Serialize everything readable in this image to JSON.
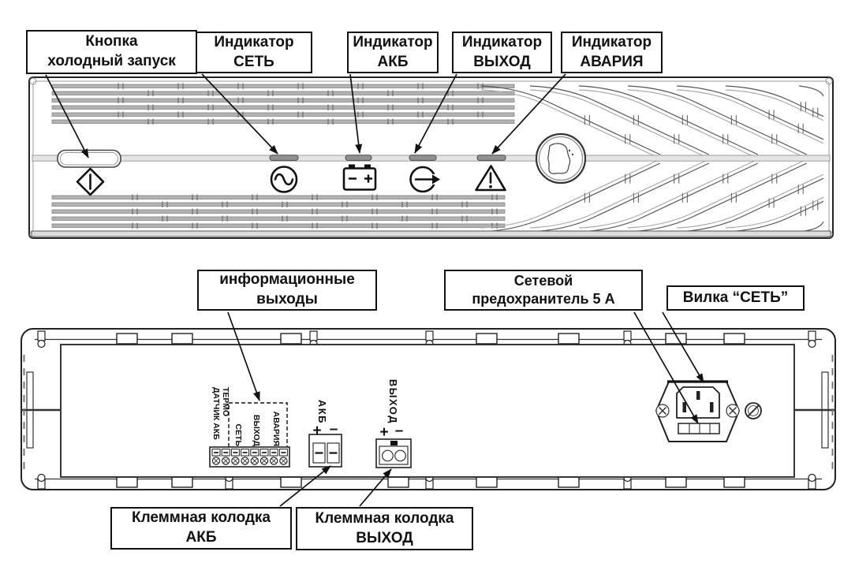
{
  "callouts": {
    "cold_start": "Кнопка\nхолодный запуск",
    "indicator_net": "Индикатор\nСЕТЬ",
    "indicator_akb": "Индикатор\nАКБ",
    "indicator_out": "Индикатор\nВЫХОД",
    "indicator_alarm": "Индикатор\nАВАРИЯ",
    "info_outputs": "информационные\nвыходы",
    "mains_fuse": "Сетевой\nпредохранитель 5 А",
    "mains_plug": "Вилка “СЕТЬ”",
    "terminal_akb": "Клеммная колодка\nАКБ",
    "terminal_out": "Клеммная колодка\nВЫХОД"
  },
  "rear": {
    "thermo": "ТЕРМО",
    "sensor_akb": "ДАТЧИК АКБ",
    "net": "СЕТЬ",
    "out": "ВЫХОД",
    "alarm": "АВАРИЯ",
    "akb_block": "АКБ",
    "out_block": "ВЫХОД",
    "plus": "+",
    "minus": "–"
  },
  "icons": {
    "cold_start": "diamond-power-icon",
    "mains": "sine-circle-icon",
    "battery": "battery-icon",
    "output": "arrow-right-circle-icon",
    "alarm": "warning-triangle-icon",
    "logo": "brand-emblem-circle"
  },
  "colors": {
    "line": "#111111",
    "slat_gray": "#b3b3b3",
    "lens_gray": "#919191"
  }
}
